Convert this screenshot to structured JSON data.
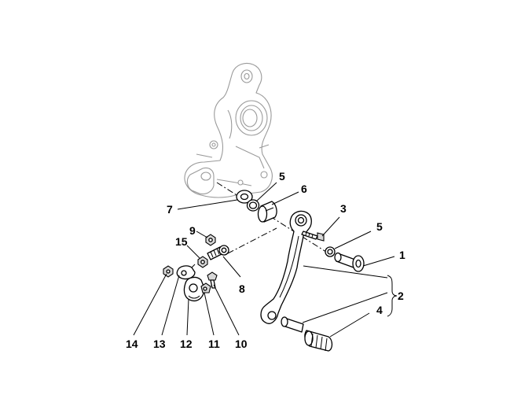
{
  "diagram": {
    "callouts": [
      {
        "id": "c1",
        "text": "1"
      },
      {
        "id": "c2",
        "text": "2"
      },
      {
        "id": "c3",
        "text": "3"
      },
      {
        "id": "c4",
        "text": "4"
      },
      {
        "id": "c5a",
        "text": "5"
      },
      {
        "id": "c5b",
        "text": "5"
      },
      {
        "id": "c6",
        "text": "6"
      },
      {
        "id": "c7",
        "text": "7"
      },
      {
        "id": "c8",
        "text": "8"
      },
      {
        "id": "c9",
        "text": "9"
      },
      {
        "id": "c10",
        "text": "10"
      },
      {
        "id": "c11",
        "text": "11"
      },
      {
        "id": "c12",
        "text": "12"
      },
      {
        "id": "c13",
        "text": "13"
      },
      {
        "id": "c14",
        "text": "14"
      },
      {
        "id": "c15",
        "text": "15"
      }
    ]
  }
}
